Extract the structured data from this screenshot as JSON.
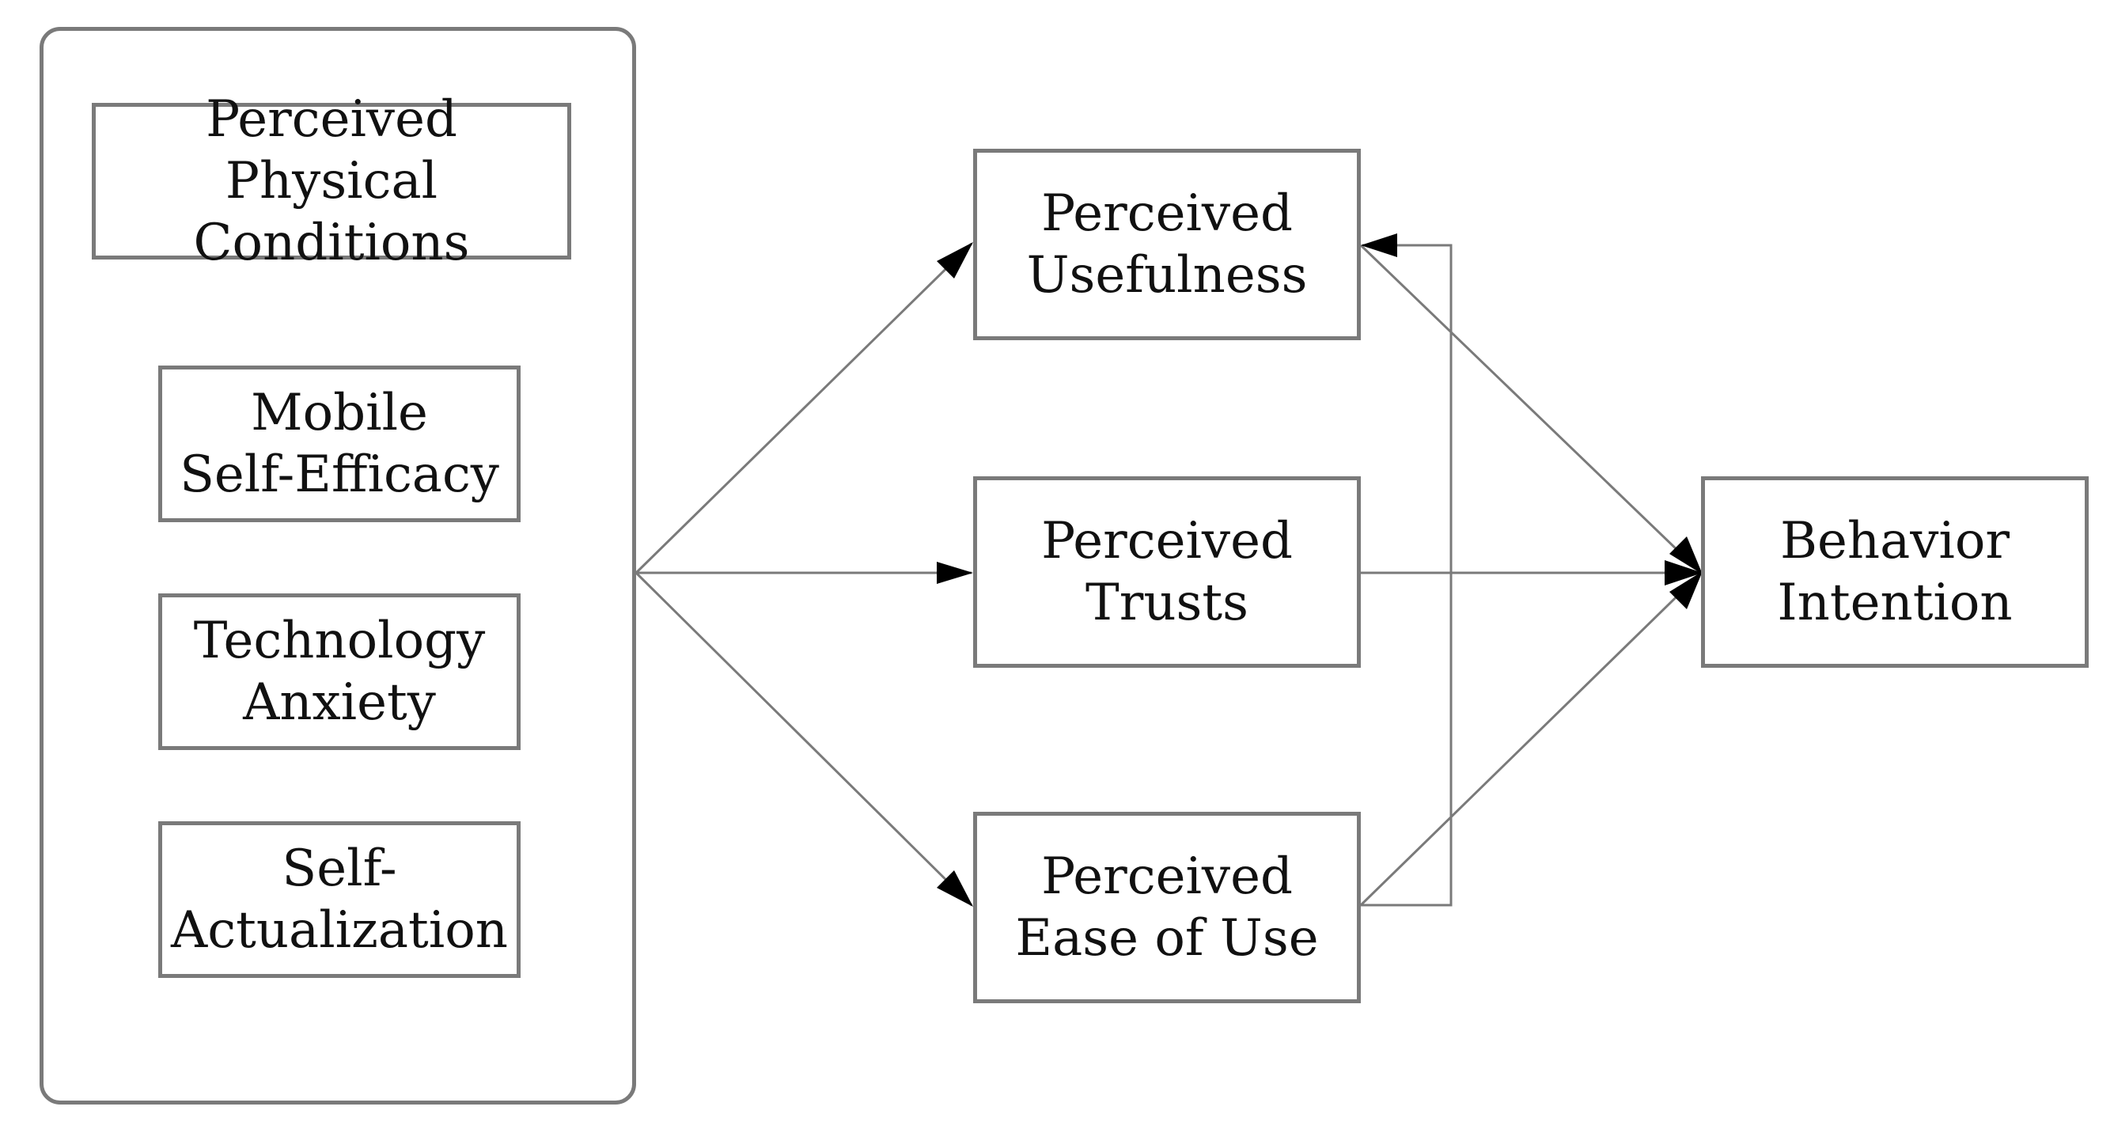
{
  "antecedents": {
    "physical_conditions": [
      "Perceived Physical",
      "Conditions"
    ],
    "self_efficacy": [
      "Mobile",
      "Self-Efficacy"
    ],
    "anxiety": [
      "Technology",
      "Anxiety"
    ],
    "actualization": [
      "Self-",
      "Actualization"
    ]
  },
  "mediators": {
    "usefulness": [
      "Perceived",
      "Usefulness"
    ],
    "trusts": [
      "Perceived",
      "Trusts"
    ],
    "ease_of_use": [
      "Perceived",
      "Ease of Use"
    ]
  },
  "outcome": {
    "intention": [
      "Behavior",
      "Intention"
    ]
  },
  "colors": {
    "line": "#7a7a7a",
    "arrowhead": "#000000",
    "text": "#111111"
  }
}
